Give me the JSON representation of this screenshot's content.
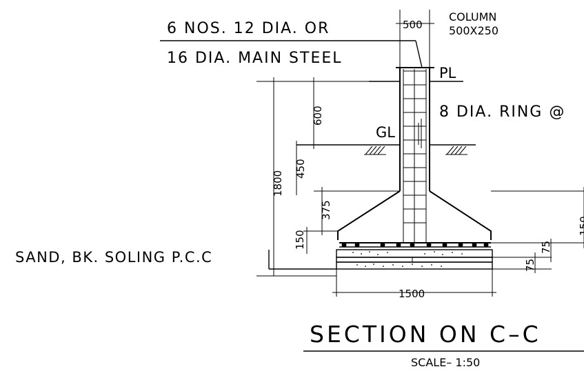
{
  "notes": {
    "main_steel_line1": "6 NOS. 12 DIA. OR",
    "main_steel_line2": "16 DIA. MAIN STEEL",
    "column_line1": "COLUMN",
    "column_line2": "500X250",
    "plinth": "PL",
    "ring": "8 DIA. RING @",
    "ground": "GL",
    "base_layers": "SAND, BK. SOLING P.C.C"
  },
  "dimensions": {
    "column_width": "500",
    "height_total": "1800",
    "above_ground": "600",
    "neck": "450",
    "taper": "375",
    "base_edge": "150",
    "footing_width": "1500",
    "layer_a": "75",
    "layer_b": "75",
    "right_edge": "150"
  },
  "title": {
    "section": "SECTION ON C–C",
    "scale": "SCALE–  1:50"
  }
}
